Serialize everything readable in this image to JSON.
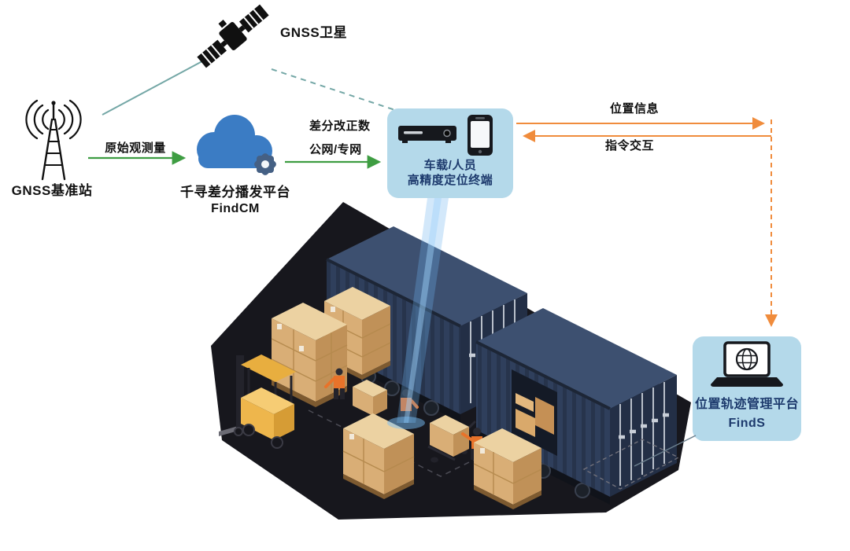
{
  "labels": {
    "satellite": "GNSS卫星",
    "base_station": "GNSS基准站",
    "cloud_line1": "千寻差分播发平台",
    "cloud_line2": "FindCM",
    "raw_obs": "原始观测量",
    "corrections_line1": "差分改正数",
    "corrections_line2": "公网/专网",
    "terminal_line1": "车载/人员",
    "terminal_line2": "高精度定位终端",
    "position_info": "位置信息",
    "command_exchange": "指令交互",
    "platform_line1": "位置轨迹管理平台",
    "platform_line2": "FindS"
  },
  "colors": {
    "teal_link_line": "#74a7a6",
    "green_arrow": "#3e9d42",
    "orange_accent": "#f08c3c",
    "panel_blue": "#b4d9ea",
    "cloud_blue": "#3b7cc4",
    "gear_slate": "#456084",
    "label_navy": "#1d3a6d",
    "text_black": "#111111",
    "container_navy": "#2f3f5c",
    "carton_tan": "#d9ae76",
    "forklift_yellow": "#eeb64c",
    "vest_orange": "#e8732a",
    "platform_dark": "#17171d",
    "beam_blue": "#6eb4f0"
  }
}
